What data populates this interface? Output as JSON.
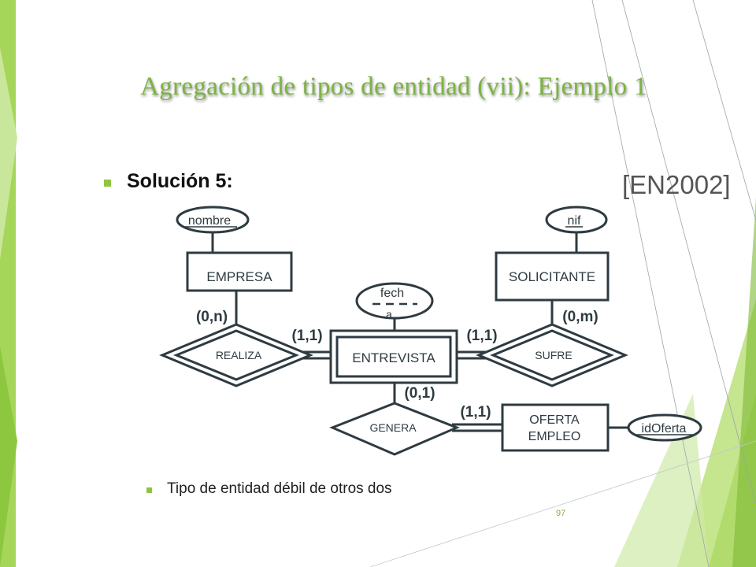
{
  "slide": {
    "title": "Agregación de tipos de entidad (vii): Ejemplo 1",
    "heading": "Solución 5:",
    "reference": "[EN2002]",
    "subbullet": "Tipo de entidad débil de otros dos",
    "page_number": "97"
  },
  "diagram": {
    "entities": {
      "empresa": "EMPRESA",
      "solicitante": "SOLICITANTE",
      "entrevista": "ENTREVISTA",
      "oferta_line1": "OFERTA",
      "oferta_line2": "EMPLEO"
    },
    "relationships": {
      "realiza": "REALIZA",
      "sufre": "SUFRE",
      "genera": "GENERA"
    },
    "attributes": {
      "nombre": "nombre",
      "nif": "nif",
      "fecha_line1": "fech",
      "fecha_line2": "a",
      "idoferta": "idOferta"
    },
    "cardinalities": {
      "empresa_realiza": "(0,n)",
      "realiza_entrevista": "(1,1)",
      "entrevista_sufre": "(1,1)",
      "solicitante_sufre": "(0,m)",
      "entrevista_genera": "(0,1)",
      "genera_oferta": "(1,1)"
    },
    "colors": {
      "stroke": "#2E3B41",
      "accent_green": "#8DC63F"
    }
  }
}
